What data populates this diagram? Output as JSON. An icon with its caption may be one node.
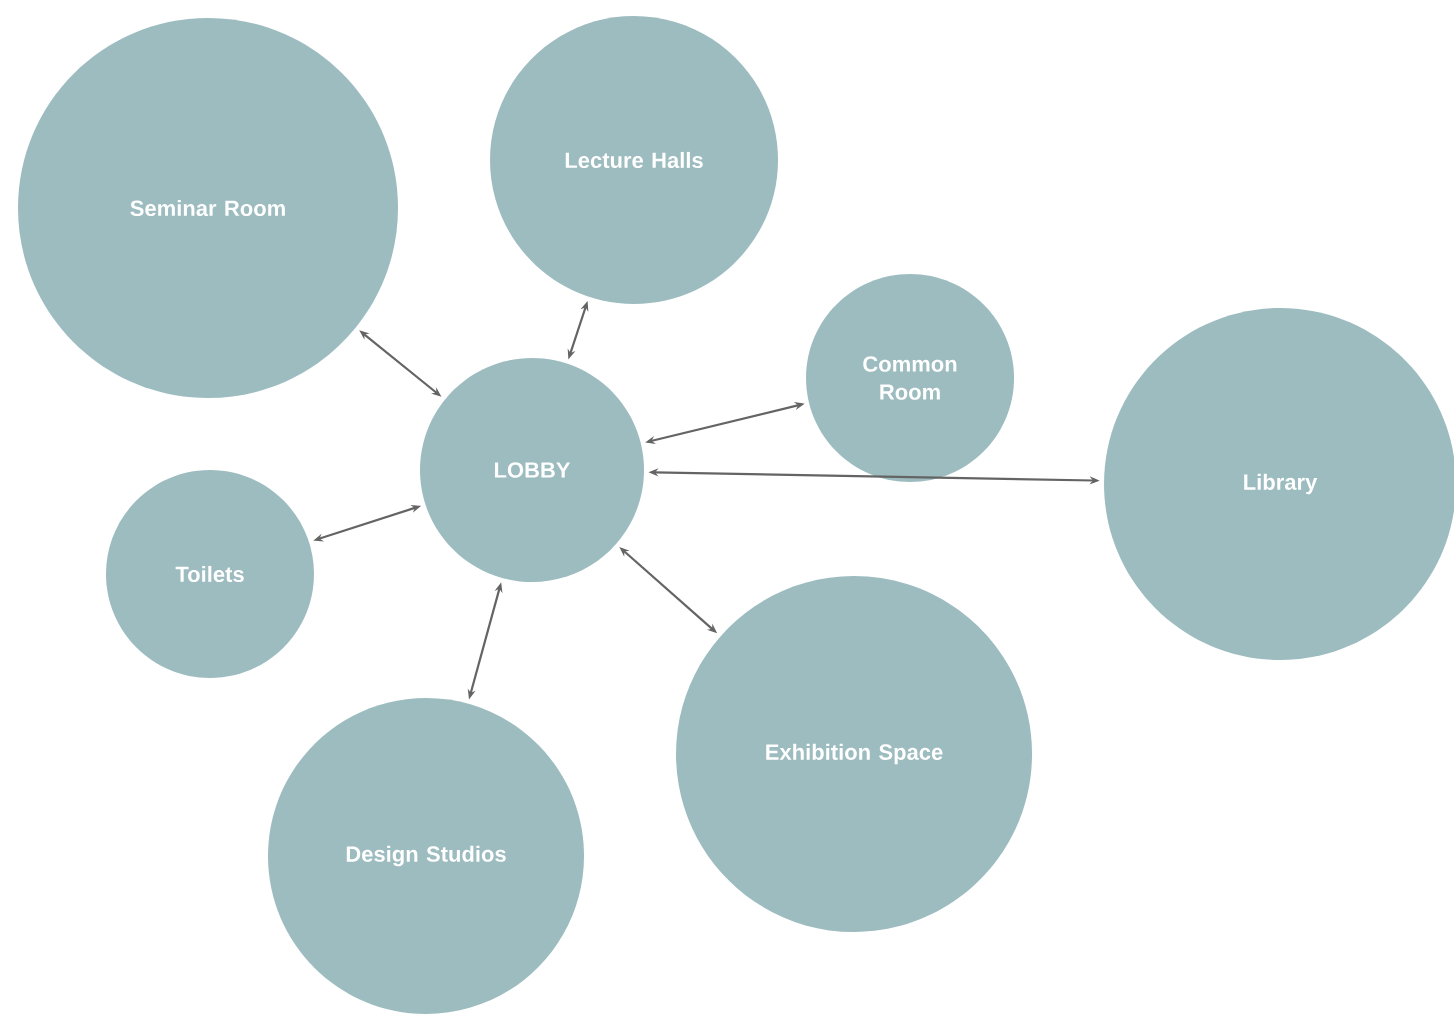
{
  "diagram": {
    "nodes": [
      {
        "text": [
          "Seminar Room"
        ]
      },
      {
        "text": [
          "Lecture Halls"
        ]
      },
      {
        "text": [
          "Common Room"
        ]
      },
      {
        "text": [
          "LOBBY"
        ]
      },
      {
        "text": [
          "Library"
        ]
      },
      {
        "text": [
          "Toilets"
        ]
      },
      {
        "text": [
          "Exhibition Space"
        ]
      },
      {
        "text": [
          "Design Studios"
        ]
      }
    ],
    "edges": [
      {
        "from": 3,
        "to": 0,
        "arrow": "both"
      },
      {
        "from": 3,
        "to": 1,
        "arrow": "both"
      },
      {
        "from": 3,
        "to": 2,
        "arrow": "both"
      },
      {
        "from": 3,
        "to": 4,
        "arrow": "both"
      },
      {
        "from": 3,
        "to": 5,
        "arrow": "both"
      },
      {
        "from": 3,
        "to": 6,
        "arrow": "both"
      },
      {
        "from": 3,
        "to": 7,
        "arrow": "both"
      }
    ]
  }
}
